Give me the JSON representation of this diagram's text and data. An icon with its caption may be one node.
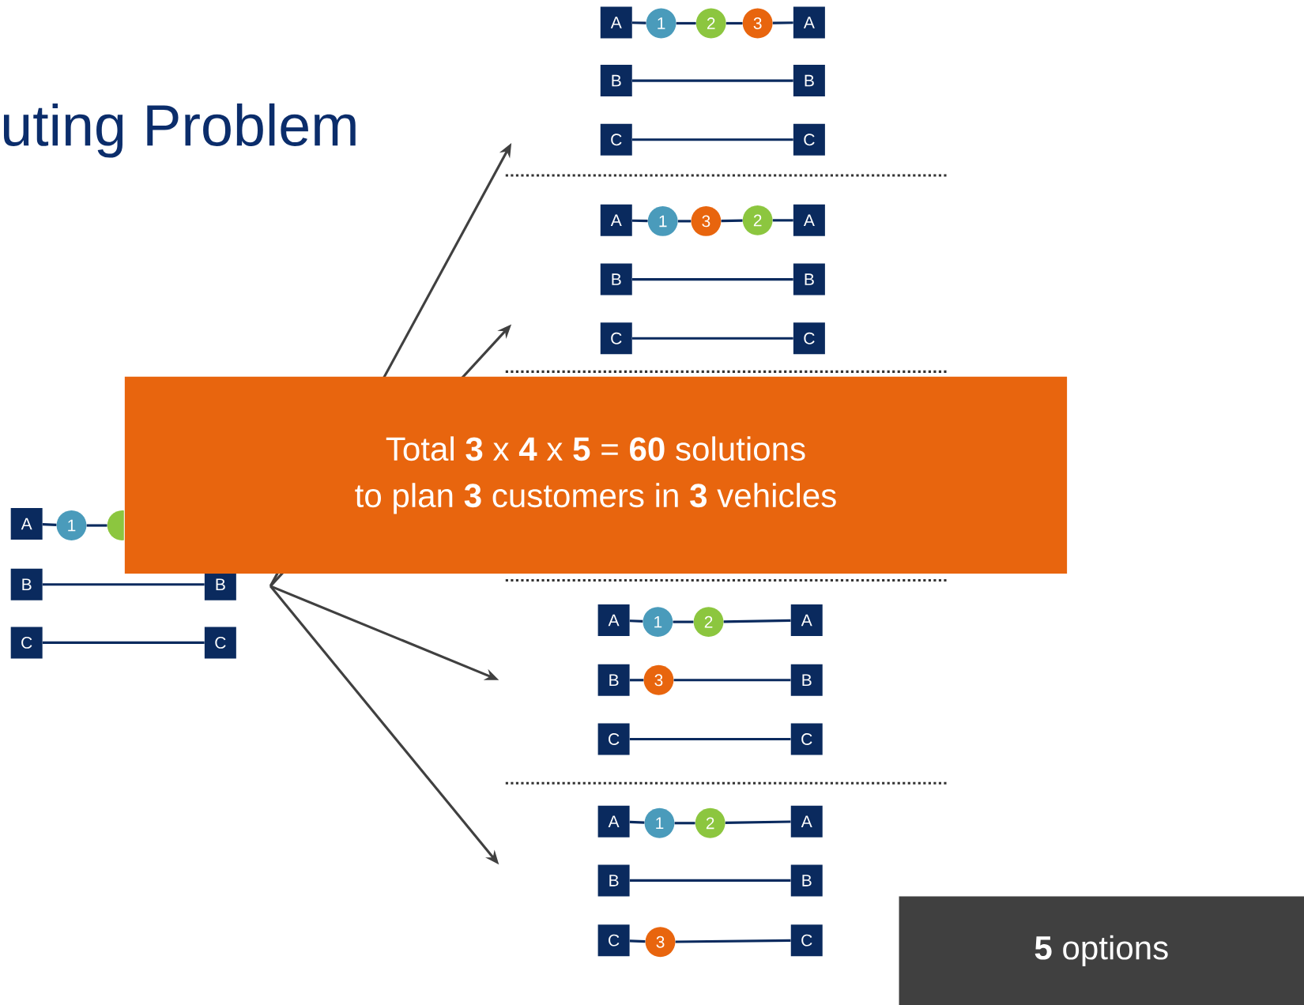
{
  "diagram": {
    "title": "uting Problem",
    "nodes": [
      {
        "text": [
          "A"
        ]
      },
      {
        "text": [
          "1"
        ]
      },
      {
        "text": [
          "2"
        ]
      },
      {
        "text": [
          "3"
        ]
      },
      {
        "text": [
          "A"
        ]
      },
      {
        "text": [
          "B"
        ]
      },
      {
        "text": [
          "B"
        ]
      },
      {
        "text": [
          "C"
        ]
      },
      {
        "text": [
          "C"
        ]
      },
      {
        "text": [
          "A"
        ]
      },
      {
        "text": [
          "1"
        ]
      },
      {
        "text": [
          "3"
        ]
      },
      {
        "text": [
          "2"
        ]
      },
      {
        "text": [
          "A"
        ]
      },
      {
        "text": [
          "B"
        ]
      },
      {
        "text": [
          "B"
        ]
      },
      {
        "text": [
          "C"
        ]
      },
      {
        "text": [
          "C"
        ]
      },
      {
        "text": [
          "A"
        ]
      },
      {
        "text": [
          "1"
        ]
      },
      {
        "text": [],
        "shape": "circle"
      },
      {
        "text": [
          "B"
        ]
      },
      {
        "text": [
          "B"
        ]
      },
      {
        "text": [
          "C"
        ]
      },
      {
        "text": [
          "C"
        ]
      },
      {
        "text": [
          "Total **3** x **4** x **5** = **60** solutions to plan **3** customers in **3** vehicles"
        ]
      },
      {
        "text": [
          "A"
        ]
      },
      {
        "text": [
          "1"
        ]
      },
      {
        "text": [
          "2"
        ]
      },
      {
        "text": [
          "A"
        ]
      },
      {
        "text": [
          "B"
        ]
      },
      {
        "text": [
          "3"
        ]
      },
      {
        "text": [
          "B"
        ]
      },
      {
        "text": [
          "C"
        ]
      },
      {
        "text": [
          "C"
        ]
      },
      {
        "text": [
          "A"
        ]
      },
      {
        "text": [
          "1"
        ]
      },
      {
        "text": [
          "2"
        ]
      },
      {
        "text": [
          "A"
        ]
      },
      {
        "text": [
          "B"
        ]
      },
      {
        "text": [
          "B"
        ]
      },
      {
        "text": [
          "C"
        ]
      },
      {
        "text": [
          "3"
        ]
      },
      {
        "text": [
          "C"
        ]
      },
      {
        "text": [
          "**5** options"
        ]
      }
    ],
    "edges": [
      {
        "from": 0,
        "to": 1,
        "arrow": "none"
      },
      {
        "from": 1,
        "to": 2,
        "arrow": "none"
      },
      {
        "from": 2,
        "to": 3,
        "arrow": "none"
      },
      {
        "from": 3,
        "to": 4,
        "arrow": "none"
      },
      {
        "from": 5,
        "to": 6,
        "arrow": "none"
      },
      {
        "from": 7,
        "to": 8,
        "arrow": "none"
      },
      {
        "from": 9,
        "to": 10,
        "arrow": "none"
      },
      {
        "from": 10,
        "to": 11,
        "arrow": "none"
      },
      {
        "from": 11,
        "to": 12,
        "arrow": "none"
      },
      {
        "from": 12,
        "to": 13,
        "arrow": "none"
      },
      {
        "from": 14,
        "to": 15,
        "arrow": "none"
      },
      {
        "from": 16,
        "to": 17,
        "arrow": "none"
      },
      {
        "from": 18,
        "to": 19,
        "arrow": "none"
      },
      {
        "from": 19,
        "to": 20,
        "arrow": "none"
      },
      {
        "from": 21,
        "to": 22,
        "arrow": "none"
      },
      {
        "from": 23,
        "to": 24,
        "arrow": "none"
      },
      {
        "from": 26,
        "to": 27,
        "arrow": "none"
      },
      {
        "from": 27,
        "to": 28,
        "arrow": "none"
      },
      {
        "from": 28,
        "to": 29,
        "arrow": "none"
      },
      {
        "from": 30,
        "to": 31,
        "arrow": "none"
      },
      {
        "from": 31,
        "to": 32,
        "arrow": "none"
      },
      {
        "from": 33,
        "to": 34,
        "arrow": "none"
      },
      {
        "from": 35,
        "to": 36,
        "arrow": "none"
      },
      {
        "from": 36,
        "to": 37,
        "arrow": "none"
      },
      {
        "from": 37,
        "to": 38,
        "arrow": "none"
      },
      {
        "from": 39,
        "to": 40,
        "arrow": "none"
      },
      {
        "from": 41,
        "to": 42,
        "arrow": "none"
      },
      {
        "from": 42,
        "to": 43,
        "arrow": "none"
      },
      {
        "from": 22,
        "to": null,
        "arrow": "to",
        "color": "#404040"
      },
      {
        "from": 22,
        "to": null,
        "arrow": "to",
        "color": "#404040"
      },
      {
        "from": 22,
        "to": null,
        "arrow": "to",
        "color": "#404040"
      },
      {
        "from": 22,
        "to": null,
        "arrow": "to",
        "color": "#404040"
      }
    ]
  }
}
